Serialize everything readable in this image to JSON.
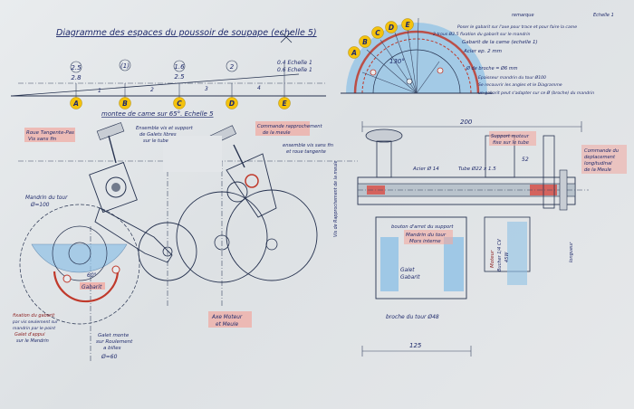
{
  "title": "Diagramme des espaces du poussoir de soupape (echelle 5)",
  "colors": {
    "blue_wash": "#8fc1e6",
    "red_ink": "#c0392b",
    "yellow_dot": "#f4c20d",
    "pink_hl": "#f1a8a0",
    "line_ink": "#26324f"
  },
  "diagram_left": {
    "heights_top": [
      "2.5",
      "(1)",
      "1.6",
      "2"
    ],
    "heights_bottom": [
      "2.8",
      "",
      "2.5",
      ""
    ],
    "right_label": "0.4 Echelle 1",
    "right_label2": "0.6 Echelle 1",
    "markers": [
      "A",
      "B",
      "C",
      "D",
      "E"
    ],
    "stations": [
      "1",
      "2",
      "3",
      "4"
    ],
    "caption": "montee de came sur 65°. Echelle 5"
  },
  "diagram_right": {
    "markers": [
      "A",
      "B",
      "C",
      "D",
      "E"
    ],
    "angle": "130°",
    "top_small": "remarque",
    "top_right_small": "Echelle 1",
    "note1": "Poser le gabarit sur l'axe pour trace et pour faire la came",
    "note2": "2 trous Ø2.5 fixation du gabarit sur le mandrin",
    "note3": "Gabarit de la came (echelle 1)",
    "note4": "Acier ep. 2 mm",
    "note5": "Ø de broche = Ø6 mm",
    "note6": "Epaisseur mandrin du tour Ø100",
    "note7": "Se recouvrir les angles et le Diagramme",
    "note8": "un gabarit peut s'adapter sur ce Ø (broche) du mandrin"
  },
  "mechanism": {
    "label_knob": "Roue Tangente-Pas",
    "label_knob2": "Vis sans fin",
    "label_assembly": "Ensemble vis et support",
    "label_assembly2": "de Galets libres",
    "label_assembly3": "sur le tube",
    "label_cmd": "Commande rapprochement",
    "label_cmd2": "de la meule",
    "label_ens": "ensemble vis sans fin",
    "label_ens2": "et roue tangente",
    "label_mandrin": "Mandrin du tour",
    "label_mandrin2": "Ø=100",
    "label_angle": "60°",
    "label_gabarit": "Gabarit",
    "label_fixation": "fixation du gabarit",
    "label_fixation2": "par vis seulement sur",
    "label_fixation3": "mandrin par le point",
    "label_fixation4": "Galet d'appui",
    "label_fixation5": "sur le Mandrin",
    "label_galet": "Galet monte",
    "label_galet2": "sur Roulement",
    "label_galet3": "a billes",
    "label_galet4": "Ø=60",
    "label_moteur": "Axe Moteur",
    "label_moteur2": "et Meule",
    "label_vertical": "Vis de Rapprochement de la meule"
  },
  "section": {
    "dim_200": "200",
    "dim_52": "52",
    "dim_125": "125",
    "acier": "Acier Ø 14",
    "tube": "Tube Ø22 x 1.5",
    "support": "Support moteur",
    "support2": "fixe sur le tube",
    "commande": "Commande du",
    "commande2": "deplacement",
    "commande3": "longitudinal",
    "commande4": "de la Meule",
    "bouton": "bouton d'arret du support",
    "mandrin": "Mandrin du tour",
    "mors": "Mors interne",
    "galet": "Galet",
    "gabarit": "Gabarit",
    "broche": "broche du tour Ø48",
    "motor_v": "Moteur",
    "motor_v2": "Bucher 1/4 CV",
    "motor_v3": "45W",
    "longueur": "longueur"
  }
}
